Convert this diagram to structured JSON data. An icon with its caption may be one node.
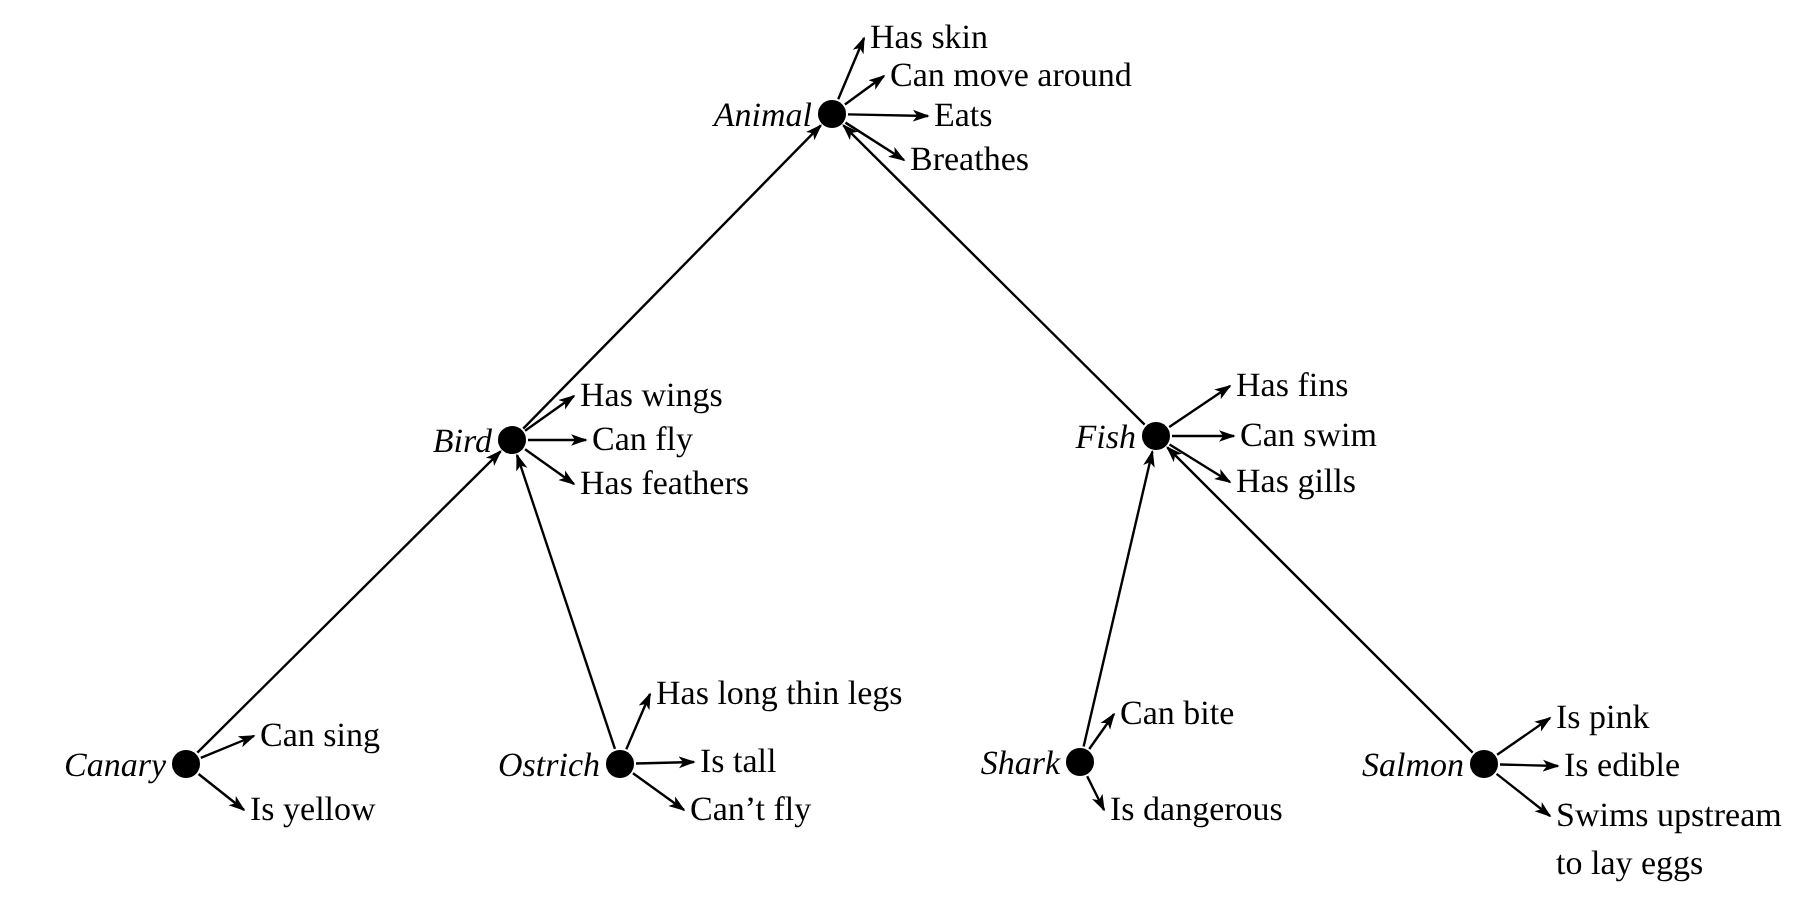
{
  "diagram": {
    "nodes": [
      {
        "text": [],
        "shape": "circle",
        "beside": [
          "Animal"
        ]
      },
      {
        "text": [
          "Has skin"
        ]
      },
      {
        "text": [
          "Can move around"
        ]
      },
      {
        "text": [
          "Eats"
        ]
      },
      {
        "text": [
          "Breathes"
        ]
      },
      {
        "text": [],
        "shape": "circle",
        "beside": [
          "Bird"
        ]
      },
      {
        "text": [
          "Has wings"
        ]
      },
      {
        "text": [
          "Can fly"
        ]
      },
      {
        "text": [
          "Has feathers"
        ]
      },
      {
        "text": [],
        "shape": "circle",
        "beside": [
          "Fish"
        ]
      },
      {
        "text": [
          "Has fins"
        ]
      },
      {
        "text": [
          "Can swim"
        ]
      },
      {
        "text": [
          "Has gills"
        ]
      },
      {
        "text": [],
        "shape": "circle",
        "beside": [
          "Canary"
        ]
      },
      {
        "text": [
          "Can sing"
        ]
      },
      {
        "text": [
          "Is yellow"
        ]
      },
      {
        "text": [],
        "shape": "circle",
        "beside": [
          "Ostrich"
        ]
      },
      {
        "text": [
          "Has long thin legs"
        ]
      },
      {
        "text": [
          "Is tall"
        ]
      },
      {
        "text": [
          "Can’t fly"
        ]
      },
      {
        "text": [],
        "shape": "circle",
        "beside": [
          "Shark"
        ]
      },
      {
        "text": [
          "Can bite"
        ]
      },
      {
        "text": [
          "Is dangerous"
        ]
      },
      {
        "text": [],
        "shape": "circle",
        "beside": [
          "Salmon"
        ]
      },
      {
        "text": [
          "Is pink"
        ]
      },
      {
        "text": [
          "Is edible"
        ]
      },
      {
        "text": [
          "Swims upstream to lay eggs"
        ]
      }
    ],
    "edges": [
      {
        "from": 0,
        "to": 1,
        "arrow": "to"
      },
      {
        "from": 0,
        "to": 2,
        "arrow": "to"
      },
      {
        "from": 0,
        "to": 3,
        "arrow": "to"
      },
      {
        "from": 0,
        "to": 4,
        "arrow": "to"
      },
      {
        "from": 5,
        "to": 0,
        "arrow": "to"
      },
      {
        "from": 5,
        "to": 6,
        "arrow": "to"
      },
      {
        "from": 5,
        "to": 7,
        "arrow": "to"
      },
      {
        "from": 5,
        "to": 8,
        "arrow": "to"
      },
      {
        "from": 9,
        "to": 0,
        "arrow": "to"
      },
      {
        "from": 9,
        "to": 10,
        "arrow": "to"
      },
      {
        "from": 9,
        "to": 11,
        "arrow": "to"
      },
      {
        "from": 9,
        "to": 12,
        "arrow": "to"
      },
      {
        "from": 13,
        "to": 5,
        "arrow": "to"
      },
      {
        "from": 13,
        "to": 14,
        "arrow": "to"
      },
      {
        "from": 13,
        "to": 15,
        "arrow": "to"
      },
      {
        "from": 16,
        "to": 5,
        "arrow": "to"
      },
      {
        "from": 16,
        "to": 17,
        "arrow": "to"
      },
      {
        "from": 16,
        "to": 18,
        "arrow": "to"
      },
      {
        "from": 16,
        "to": 19,
        "arrow": "to"
      },
      {
        "from": 20,
        "to": 9,
        "arrow": "to"
      },
      {
        "from": 20,
        "to": 21,
        "arrow": "to"
      },
      {
        "from": 20,
        "to": 22,
        "arrow": "to"
      },
      {
        "from": 23,
        "to": 9,
        "arrow": "to"
      },
      {
        "from": 23,
        "to": 24,
        "arrow": "to"
      },
      {
        "from": 23,
        "to": 25,
        "arrow": "to"
      },
      {
        "from": 23,
        "to": 26,
        "arrow": "to"
      }
    ]
  }
}
